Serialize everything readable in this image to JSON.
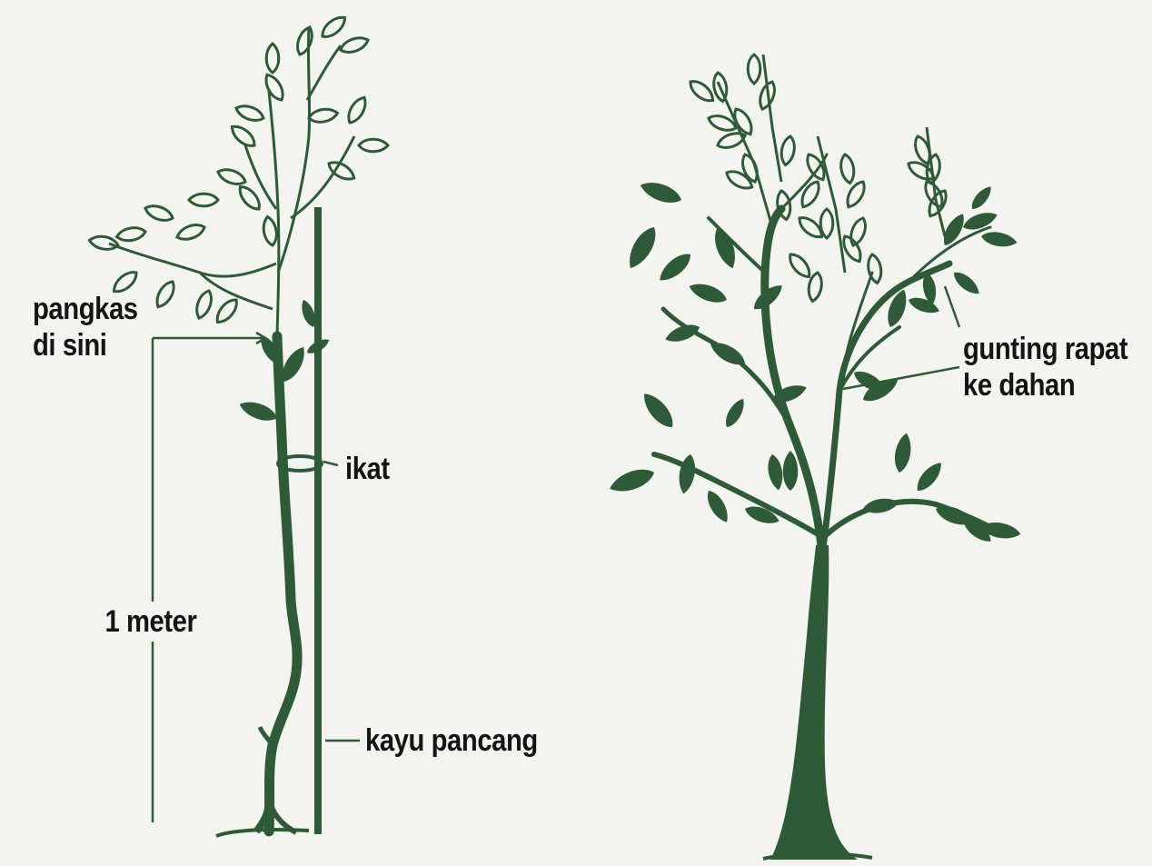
{
  "colors": {
    "background": "#f3f3ef",
    "plant": "#2f5a38",
    "outline": "#2f5a38",
    "text": "#141414"
  },
  "labels": {
    "prune_here": [
      "pangkas",
      "di sini"
    ],
    "tie": "ikat",
    "height": "1 meter",
    "stake": "kayu pancang",
    "cut_close": [
      "gunting rapat",
      "ke dahan"
    ]
  }
}
